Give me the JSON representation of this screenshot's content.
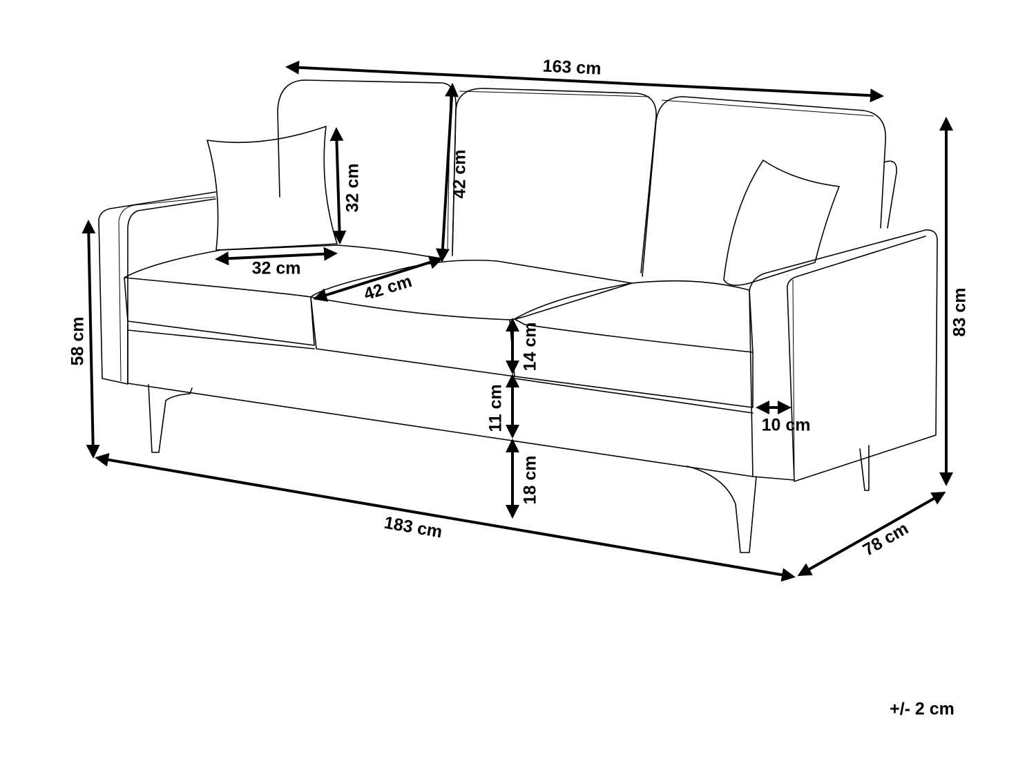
{
  "diagram": {
    "subject": "sofa",
    "line_color": "#000000",
    "background": "#ffffff",
    "labels": {
      "backrest_width": "163 cm",
      "pillow_height": "32 cm",
      "backrest_height": "42 cm",
      "pillow_width": "32 cm",
      "seat_depth": "42 cm",
      "armrest_height": "58 cm",
      "cushion_thickness": "14 cm",
      "base_height": "11 cm",
      "leg_height": "18 cm",
      "armrest_width": "10 cm",
      "total_height": "83 cm",
      "total_width": "183 cm",
      "total_depth": "78 cm",
      "tolerance": "+/- 2 cm"
    }
  }
}
